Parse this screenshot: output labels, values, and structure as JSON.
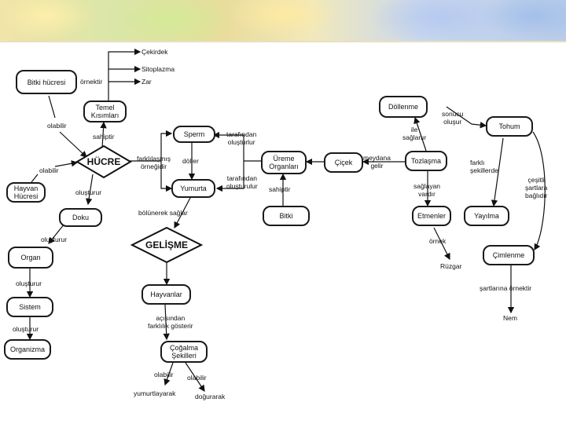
{
  "nodes": {
    "bitki_hucresi": "Bitki hücresi",
    "temel_kisimlari": "Temel\nKısımları",
    "hucre": "HÜCRE",
    "hayvan_hucresi": "Hayvan\nHücresi",
    "doku": "Doku",
    "organ": "Organ",
    "sistem": "Sistem",
    "organizma": "Organizma",
    "sperm": "Sperm",
    "yumurta": "Yumurta",
    "gelisme": "GELİŞME",
    "hayvanlar": "Hayvanlar",
    "cogalma_sekilleri": "Çoğalma\nŞekilleri",
    "ureme_organlari": "Üreme\nOrganları",
    "bitki": "Bitki",
    "cicek": "Çiçek",
    "dollenme": "Döllenme",
    "tozlasma": "Tozlaşma",
    "etmenler": "Etmenler",
    "tohum": "Tohum",
    "yayilma": "Yayılma",
    "cimlenme": "Çimlenme"
  },
  "labels": {
    "cekirdek": "Çekirdek",
    "sitoplazma": "Sitoplazma",
    "zar": "Zar",
    "ornektir": "örnektir",
    "olabilir_1": "olabilir",
    "olabilir_2": "olabilir",
    "sahiptir_1": "sahiptir",
    "olusturur_1": "oluşturur",
    "olusturur_2": "oluşturur",
    "olusturur_3": "oluşturur",
    "olusturur_4": "oluşturur",
    "farklilasmis": "farklılaşmış\nörneğidir",
    "doller": "döller",
    "bolunerek": "bölünerek sağlar",
    "tarafindan_1": "tarafından\noluşturlur",
    "tarafindan_2": "tarafından\noluşturulur",
    "sahiptir_2": "sahiptir",
    "meydana_gelir": "meydana\ngelir",
    "sonucu_olusur": "sonucu\noluşur",
    "ile_saglanir": "ile\nsağlanır",
    "saglayan_vardir": "sağlayan\nvardır",
    "farkli_sekillerde": "farklı\nşekillerde",
    "cesitli_sartlara": "çeşitli\nşartlara\nbağlıdır",
    "ornek": "örnek",
    "ruzgar": "Rüzgar",
    "sartlarina": "şartlarına örnektir",
    "nem": "Nem",
    "acisindan": "açısından\nfarklılık gösterir",
    "olabilir_3": "olabilir",
    "olabilir_4": "olabilir",
    "yumurtlayarak": "yumurtlayarak",
    "dogurarak": "doğurarak"
  }
}
